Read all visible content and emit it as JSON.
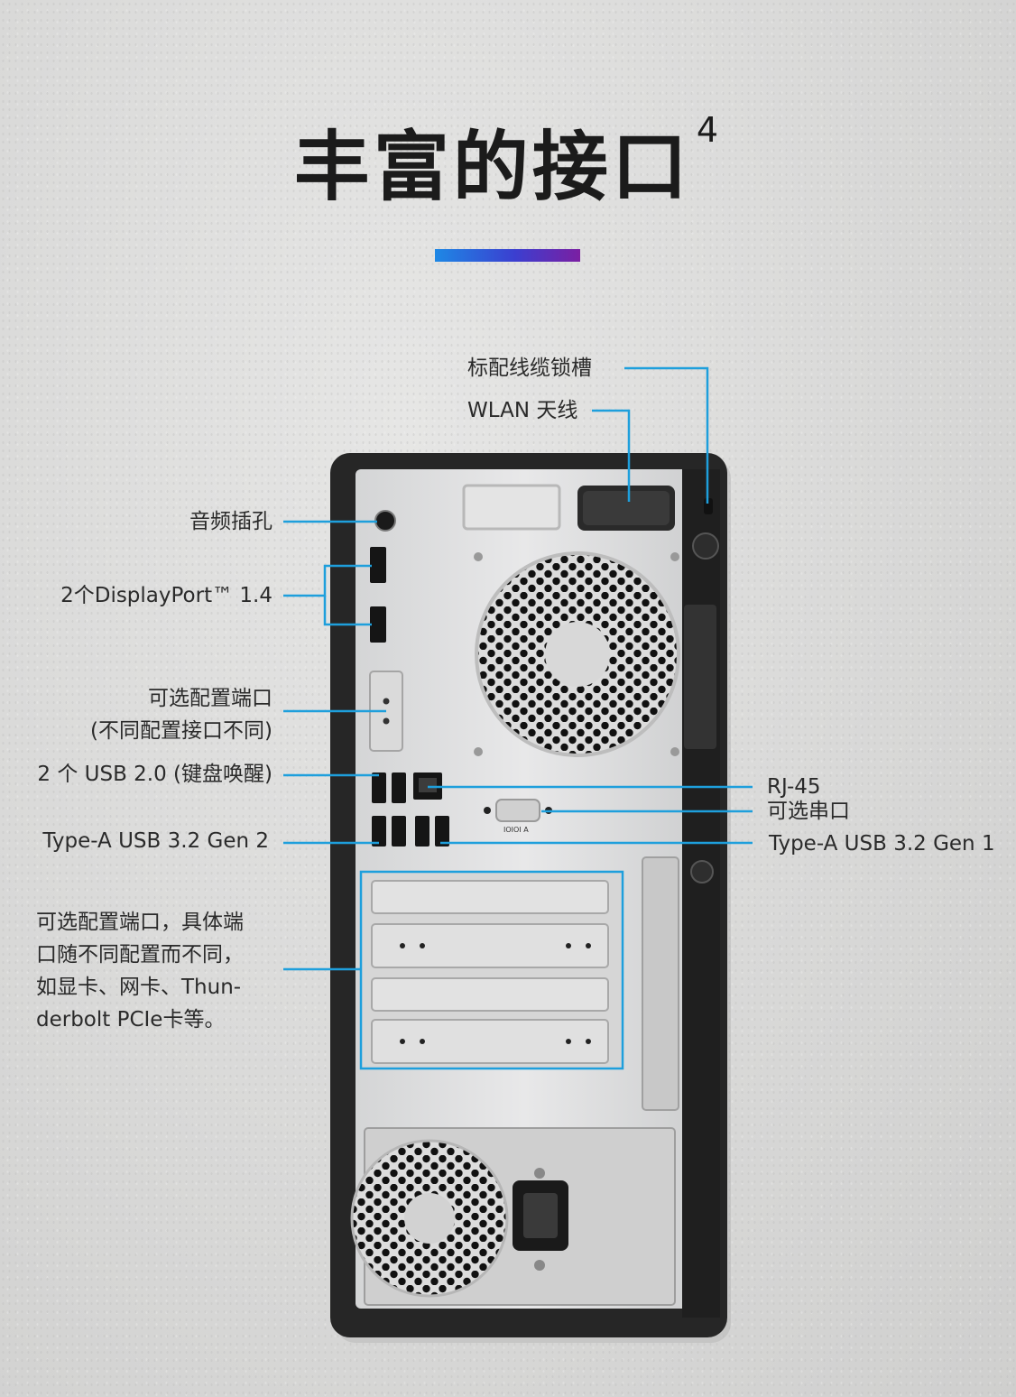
{
  "title": {
    "text": "丰富的接口",
    "superscript": "4"
  },
  "accent_colors": [
    "#1e88e5",
    "#3b3fd0",
    "#7b1fa2"
  ],
  "callout_color": "#1e9fdc",
  "labels": {
    "lock_slot": "标配线缆锁槽",
    "wlan": "WLAN 天线",
    "audio": "音频插孔",
    "displayport": "2个DisplayPort™ 1.4",
    "optional_port_line1": "可选配置端口",
    "optional_port_line2": "(不同配置接口不同)",
    "usb20": "2 个 USB 2.0 (键盘唤醒)",
    "usb_gen2": "Type-A USB 3.2 Gen 2",
    "pcie_line1": "可选配置端口，具体端",
    "pcie_line2": "口随不同配置而不同，",
    "pcie_line3": "如显卡、网卡、Thun-",
    "pcie_line4": "derbolt PCIe卡等。",
    "rj45": "RJ-45",
    "serial": "可选串口",
    "usb_gen1": "Type-A USB 3.2 Gen 1"
  },
  "serial_port_marking": "IOIOI A"
}
